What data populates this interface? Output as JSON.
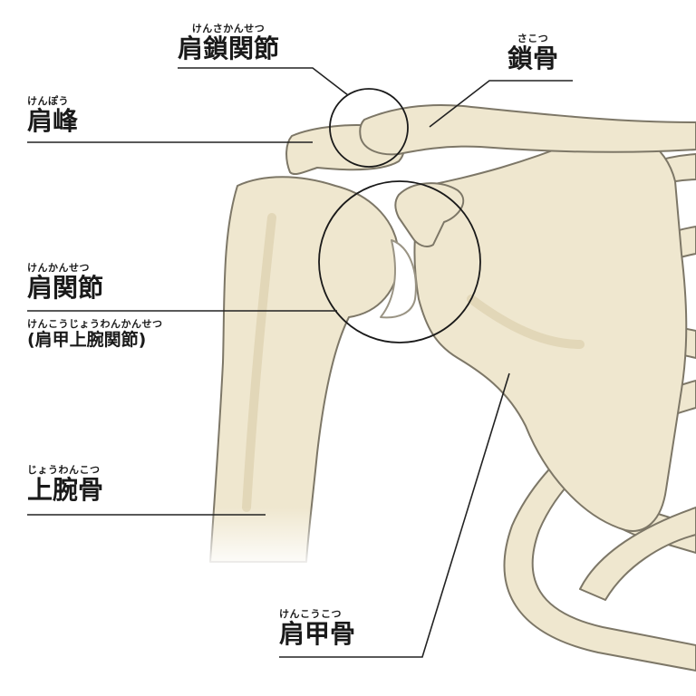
{
  "labels": {
    "acromioclavicular": {
      "ruby": "けんさかんせつ",
      "name": "肩鎖関節"
    },
    "clavicle": {
      "ruby": "さこつ",
      "name": "鎖骨"
    },
    "acromion": {
      "ruby": "けんぽう",
      "name": "肩峰"
    },
    "shoulder_joint": {
      "ruby": "けんかんせつ",
      "name": "肩関節",
      "sub_ruby": "けんこうじょうわんかんせつ",
      "sub_name": "(肩甲上腕関節)"
    },
    "humerus": {
      "ruby": "じょうわんこつ",
      "name": "上腕骨"
    },
    "scapula": {
      "ruby": "けんこうこつ",
      "name": "肩甲骨"
    }
  },
  "colors": {
    "bone_fill": "#efe7cf",
    "bone_shade": "#ddd0ae",
    "outline": "#7d7767",
    "leader_line": "#222222",
    "background": "#ffffff"
  }
}
